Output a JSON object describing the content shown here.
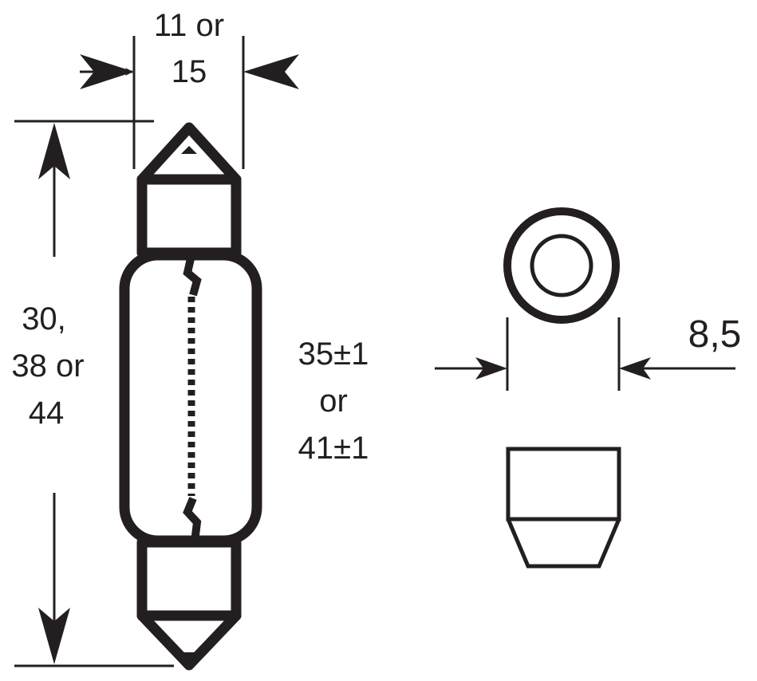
{
  "diagram": {
    "width_label": [
      "11 or",
      "15"
    ],
    "total_length_label": [
      "30,",
      "38 or",
      "44"
    ],
    "pin_length_label": [
      "35±1",
      "or",
      "41±1"
    ],
    "diameter_label": "8,5",
    "ink_color": "#231f20"
  }
}
